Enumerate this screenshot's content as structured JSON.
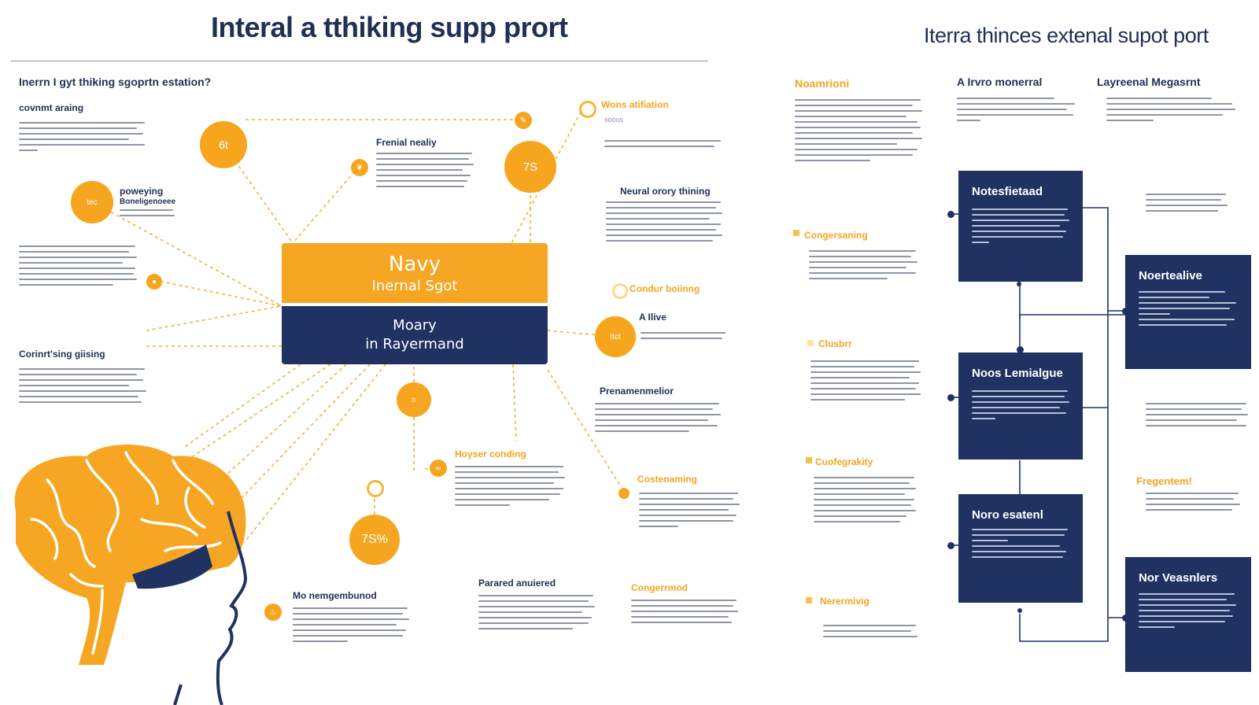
{
  "titles": {
    "left": "Interal a tthiking supp prort",
    "right": "Iterra thinces extenal supot port"
  },
  "left_col": {
    "question": "Inerrn I gyt thiking sgoprtn estation?",
    "heading1": "covnmt araing",
    "heading2": "Corinrt'sing giising"
  },
  "circles": {
    "c1": "6t",
    "c2": "7S",
    "c3": "tec",
    "c4": "ttct",
    "c5": "7S%"
  },
  "nodes": {
    "poweying": "poweying",
    "poweying_sub": "Boneligenoeee",
    "frenial": "Frenial nealiy",
    "wons": "Wons atifiation",
    "wons_sub": "soous",
    "neural": "Neural orory thining",
    "condur": "Condur boiinng",
    "alive": "A Ilive",
    "prenamen": "Prenamenmelior",
    "hoyser": "Hoyser conding",
    "coste": "Costenaming",
    "nomem": "Mo nemgembunod",
    "parated": "Parared anuiered",
    "conger": "Congerrmod"
  },
  "center": {
    "line1": "Navy",
    "line2": "Inernal Sgot",
    "line3": "Moary",
    "line4": "in Rayermand"
  },
  "mid_col": {
    "h1": "Noamrioni",
    "h2": "Congersaning",
    "h3": "Clusbrr",
    "h4": "Cuofegrakity",
    "h5": "Nerermivig"
  },
  "right_cols": {
    "h1": "A Irvro monerral",
    "h2": "Layreenal Megasrnt",
    "h3": "Fregentem!"
  },
  "boxes": {
    "b1": "Notesfietaad",
    "b2": "Noertealive",
    "b3": "Noos Lemialgue",
    "b4": "Noro esatenl",
    "b5": "Nor Veasnlers"
  },
  "colors": {
    "navy": "#1f3262",
    "amber": "#f5a623",
    "text": "#1f2f55"
  }
}
